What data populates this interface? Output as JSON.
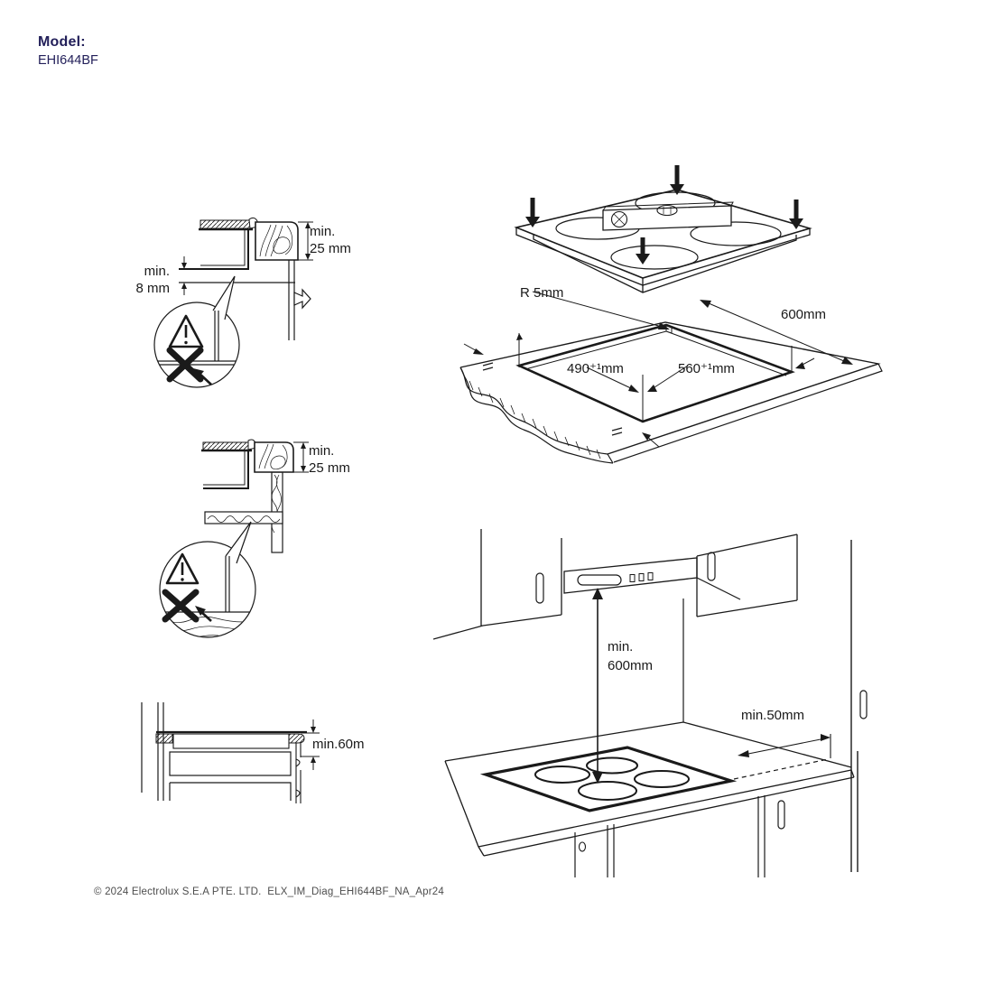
{
  "header": {
    "model_label": "Model:",
    "model_number": "EHI644BF"
  },
  "labels": {
    "overlap_section": {
      "thickness_line1": "min.",
      "thickness_line2": "25 mm",
      "gap_line1": "min.",
      "gap_line2": "8 mm"
    },
    "flush_section": {
      "thickness_line1": "min.",
      "thickness_line2": "25 mm"
    },
    "drawer_section": {
      "clearance": "min.60m"
    },
    "cutout": {
      "corner_radius": "R 5mm",
      "counter_depth": "600mm",
      "cutout_depth": "490⁺¹mm",
      "cutout_width": "560⁺¹mm"
    },
    "kitchen": {
      "hood_line1": "min.",
      "hood_line2": "600mm",
      "side_clearance": "min.50mm"
    }
  },
  "footer": {
    "copyright": "© 2024 Electrolux S.E.A PTE. LTD.  ELX_IM_Diag_EHI644BF_NA_Apr24"
  },
  "colors": {
    "brand_navy": "#23205a",
    "line": "#1a1a1a",
    "footer_text": "#4d4d4d"
  }
}
